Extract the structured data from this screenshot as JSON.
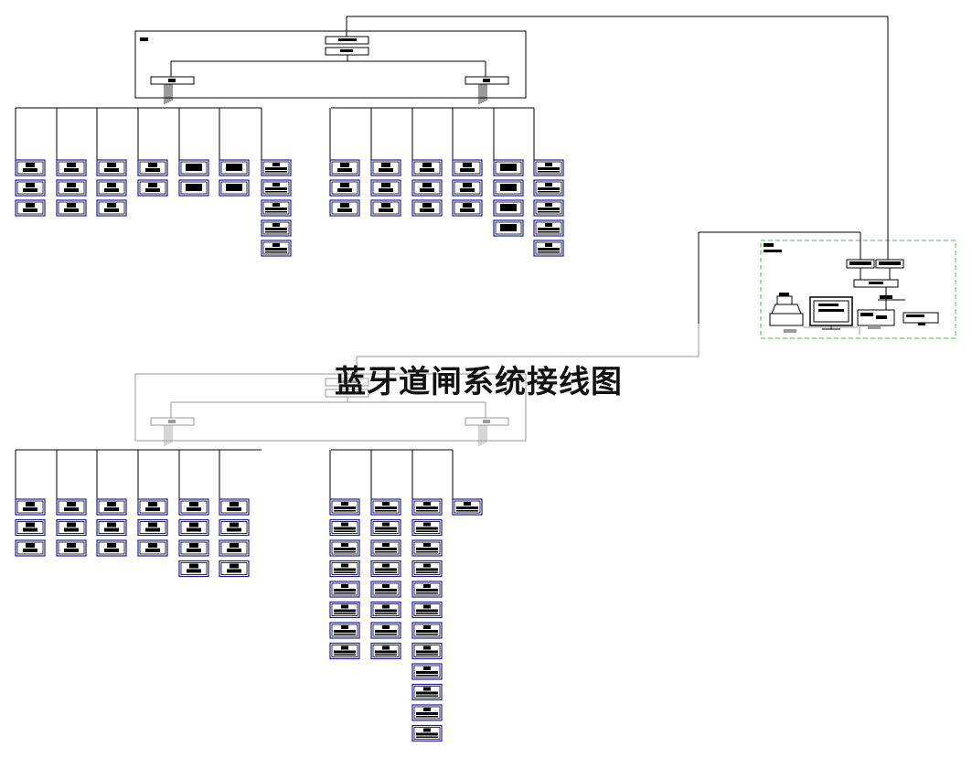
{
  "title": "蓝牙道闸系统接线图",
  "colors": {
    "line": "#000000",
    "device_frame": "#1a1aa6",
    "faded": "#9a9a9a",
    "control_room_border": "#33cc33"
  },
  "groups": [
    {
      "id": "top",
      "faded": false,
      "branches": [
        {
          "col": "0",
          "count": 3,
          "kind": "a"
        },
        {
          "col": "1",
          "count": 3,
          "kind": "a"
        },
        {
          "col": "2",
          "count": 3,
          "kind": "a"
        },
        {
          "col": "3",
          "count": 2,
          "kind": "a"
        },
        {
          "col": "4",
          "count": 2,
          "kind": "b"
        },
        {
          "col": "5",
          "count": 2,
          "kind": "b"
        },
        {
          "col": "6",
          "count": 5,
          "kind": "c"
        },
        {
          "col": "7",
          "count": 3,
          "kind": "a"
        },
        {
          "col": "8",
          "count": 3,
          "kind": "a"
        },
        {
          "col": "9",
          "count": 3,
          "kind": "a"
        },
        {
          "col": "10",
          "count": 3,
          "kind": "a"
        },
        {
          "col": "11",
          "count": 4,
          "kind": "b"
        },
        {
          "col": "12",
          "count": 5,
          "kind": "c"
        }
      ]
    },
    {
      "id": "bottom",
      "faded": true,
      "branches": [
        {
          "col": "0",
          "count": 3,
          "kind": "a"
        },
        {
          "col": "1",
          "count": 3,
          "kind": "a"
        },
        {
          "col": "2",
          "count": 3,
          "kind": "a"
        },
        {
          "col": "3",
          "count": 3,
          "kind": "a"
        },
        {
          "col": "4",
          "count": 4,
          "kind": "a"
        },
        {
          "col": "5",
          "count": 4,
          "kind": "a"
        },
        {
          "col": "6",
          "count": 8,
          "kind": "c"
        },
        {
          "col": "7",
          "count": 8,
          "kind": "c"
        },
        {
          "col": "8",
          "count": 12,
          "kind": "c"
        },
        {
          "col": "9",
          "count": 1,
          "kind": "c"
        }
      ]
    }
  ],
  "control_room": {
    "devices": [
      "printer-icon",
      "monitor-icon",
      "host-computer-icon",
      "card-reader-icon"
    ]
  }
}
